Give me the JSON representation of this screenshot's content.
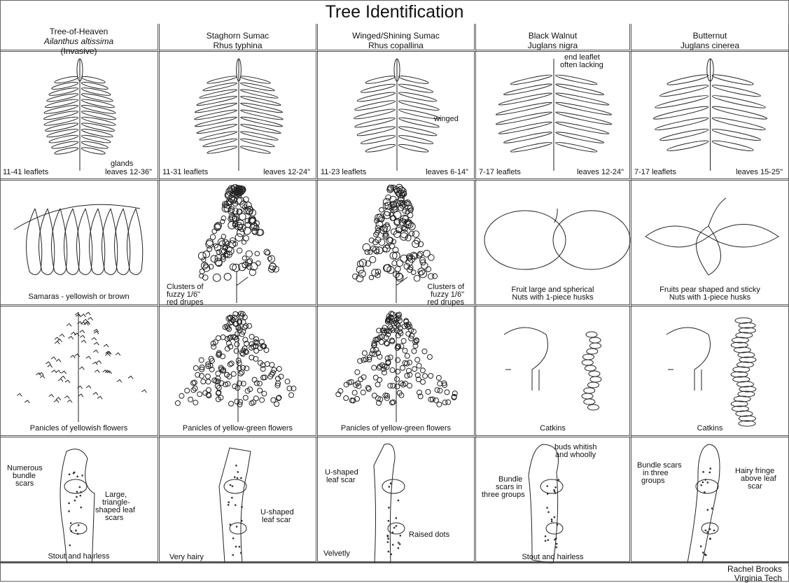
{
  "title": "Tree Identification",
  "species": [
    {
      "common": "Tree-of-Heaven",
      "latin": "Ailanthus altissima",
      "note": "(Invasive)"
    },
    {
      "common": "Staghorn Sumac",
      "latin": "Rhus typhina"
    },
    {
      "common": "Winged/Shining Sumac",
      "latin": "Rhus copallina"
    },
    {
      "common": "Black Walnut",
      "latin": "Juglans nigra"
    },
    {
      "common": "Butternut",
      "latin": "Juglans cinerea"
    }
  ],
  "leaves": [
    {
      "leaflets": "11-41 leaflets",
      "length": "leaves 12-36\"",
      "note": "glands"
    },
    {
      "leaflets": "11-31 leaflets",
      "length": "leaves 12-24\""
    },
    {
      "leaflets": "11-23 leaflets",
      "length": "leaves 6-14\"",
      "note": "winged"
    },
    {
      "leaflets": "7-17 leaflets",
      "length": "leaves 12-24\"",
      "note1": "end leaflet",
      "note2": "often lacking"
    },
    {
      "leaflets": "7-17 leaflets",
      "length": "leaves 15-25\""
    }
  ],
  "fruits": [
    {
      "line1": "Samaras - yellowish or brown"
    },
    {
      "line1": "Clusters of",
      "line2": "fuzzy 1/6\"",
      "line3": "red drupes"
    },
    {
      "line1": "Clusters of",
      "line2": "fuzzy 1/6\"",
      "line3": "red drupes"
    },
    {
      "line1": "Fruit large and spherical",
      "line2": "Nuts with 1-piece husks"
    },
    {
      "line1": "Fruits pear shaped and sticky",
      "line2": "Nuts with 1-piece husks"
    }
  ],
  "flowers": [
    "Panicles of yellowish flowers",
    "Panicles of yellow-green flowers",
    "Panicles of yellow-green flowers",
    "Catkins",
    "Catkins"
  ],
  "twigs": [
    {
      "caption": "Stout and hairless",
      "a1": "Numerous",
      "a2": "bundle",
      "a3": "scars",
      "b1": "Large,",
      "b2": "triangle-",
      "b3": "shaped leaf",
      "b4": "scars"
    },
    {
      "caption": "Very hairy",
      "a1": "U-shaped",
      "a2": "leaf scar"
    },
    {
      "caption": "Velvetly",
      "a1": "U-shaped",
      "a2": "leaf scar",
      "b1": "Raised dots"
    },
    {
      "caption": "Stout and hairless",
      "a1": "buds whitish",
      "a2": "and whoolly",
      "b1": "Bundle",
      "b2": "scars in",
      "b3": "three groups"
    },
    {
      "a1": "Bundle scars",
      "a2": "in three",
      "a3": "groups",
      "b1": "Hairy fringe",
      "b2": "above leaf",
      "b3": "scar"
    }
  ],
  "credit": {
    "name": "Rachel Brooks",
    "org": "Virginia Tech"
  }
}
